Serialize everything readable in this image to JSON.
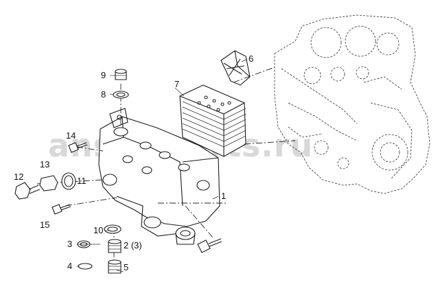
{
  "watermark": "ansat-parts.ru",
  "callouts": [
    {
      "id": "c1",
      "text": "1"
    },
    {
      "id": "c2",
      "text": "2 (3)"
    },
    {
      "id": "c3",
      "text": "3"
    },
    {
      "id": "c4",
      "text": "4"
    },
    {
      "id": "c5",
      "text": "5"
    },
    {
      "id": "c6",
      "text": "6"
    },
    {
      "id": "c7",
      "text": "7"
    },
    {
      "id": "c8",
      "text": "8"
    },
    {
      "id": "c9",
      "text": "9"
    },
    {
      "id": "c10",
      "text": "10"
    },
    {
      "id": "c11",
      "text": "11"
    },
    {
      "id": "c12",
      "text": "12"
    },
    {
      "id": "c13",
      "text": "13"
    },
    {
      "id": "c14",
      "text": "14"
    },
    {
      "id": "c15",
      "text": "15"
    }
  ]
}
